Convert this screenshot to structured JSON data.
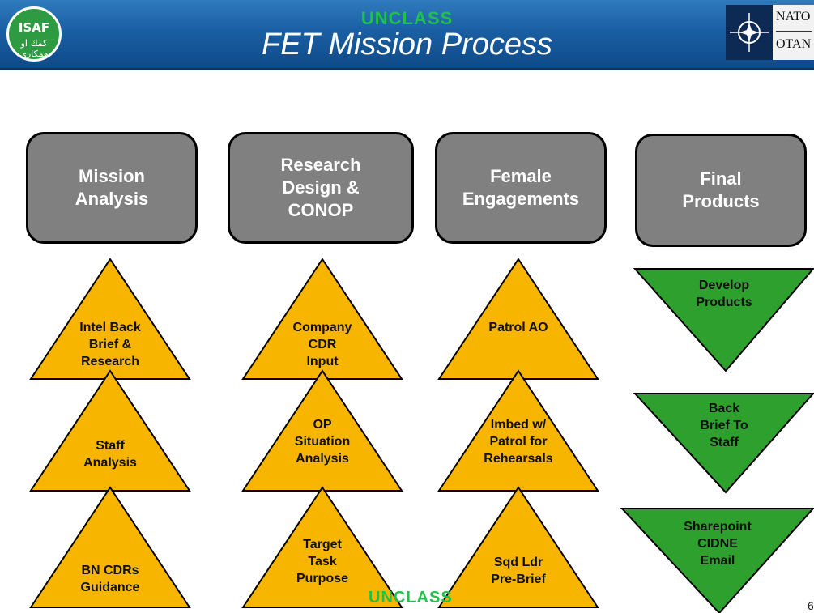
{
  "header": {
    "classification": "UNCLASS",
    "title": "FET Mission Process",
    "logo_text": "ISAF",
    "logo_script": "كمك او همكاری",
    "nato_text_top": "NATO",
    "nato_text_bottom": "OTAN"
  },
  "columns": [
    {
      "header": [
        "Mission",
        "Analysis"
      ],
      "steps": [
        [
          "Intel Back",
          "Brief &",
          "Research"
        ],
        [
          "Staff",
          "Analysis"
        ],
        [
          "BN CDRs",
          "Guidance"
        ]
      ]
    },
    {
      "header": [
        "Research",
        "Design &",
        "CONOP"
      ],
      "steps": [
        [
          "Company",
          "CDR",
          "Input"
        ],
        [
          "OP",
          "Situation",
          "Analysis"
        ],
        [
          "Target",
          "Task",
          "Purpose"
        ]
      ]
    },
    {
      "header": [
        "Female",
        "Engagements"
      ],
      "steps": [
        [
          "Patrol AO"
        ],
        [
          "Imbed w/",
          "Patrol for",
          "Rehearsals"
        ],
        [
          "Sqd  Ldr",
          "Pre-Brief"
        ]
      ]
    },
    {
      "header": [
        "Final",
        "Products"
      ],
      "steps": [
        [
          "Develop",
          "Products"
        ],
        [
          "Back",
          "Brief To",
          "Staff"
        ],
        [
          "Sharepoint",
          "CIDNE",
          "Email"
        ]
      ]
    }
  ],
  "footer": {
    "classification": "UNCLASS",
    "page_number": "6"
  },
  "colors": {
    "header_bg": "#1a5fa3",
    "classification": "#1fc14a",
    "process_box": "#808080",
    "step_up": "#f7b500",
    "step_down": "#2ea02e"
  }
}
